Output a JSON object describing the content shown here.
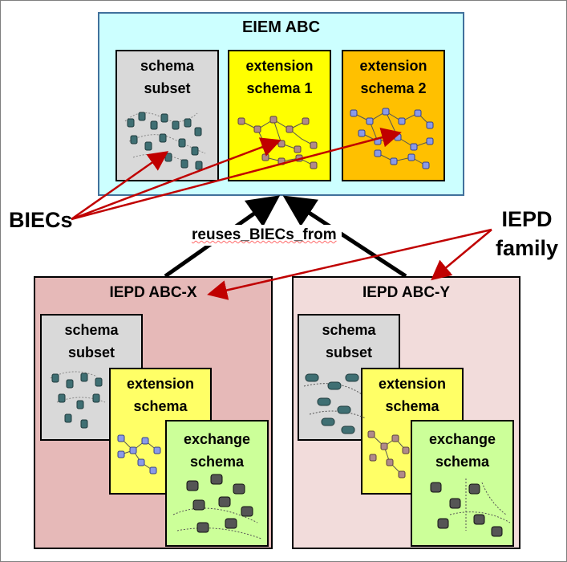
{
  "eiem": {
    "title": "EIEM ABC",
    "subset": [
      "schema",
      "subset"
    ],
    "ext1": [
      "extension",
      "schema 1"
    ],
    "ext2": [
      "extension",
      "schema 2"
    ]
  },
  "iepd_x": {
    "title": "IEPD ABC-X",
    "subset": [
      "schema",
      "subset"
    ],
    "extension": [
      "extension",
      "schema"
    ],
    "exchange": [
      "exchange",
      "schema"
    ]
  },
  "iepd_y": {
    "title": "IEPD ABC-Y",
    "subset": [
      "schema",
      "subset"
    ],
    "extension": [
      "extension",
      "schema"
    ],
    "exchange": [
      "exchange",
      "schema"
    ]
  },
  "labels": {
    "biecs": "BIECs",
    "iepd_family": [
      "IEPD",
      "family"
    ],
    "reuses": "reuses_BIECs_from"
  },
  "colors": {
    "eiem_bg": "#ccffff",
    "eiem_border": "#41719c",
    "subset_bg": "#d9d9d9",
    "ext1_bg": "#ffff00",
    "ext2_bg": "#ffc000",
    "iepd_x_bg": "#e6b9b8",
    "iepd_y_bg": "#f2dcdb",
    "ext_light_bg": "#ffff66",
    "exchange_bg": "#ccff99",
    "arrow_red": "#c00000"
  }
}
